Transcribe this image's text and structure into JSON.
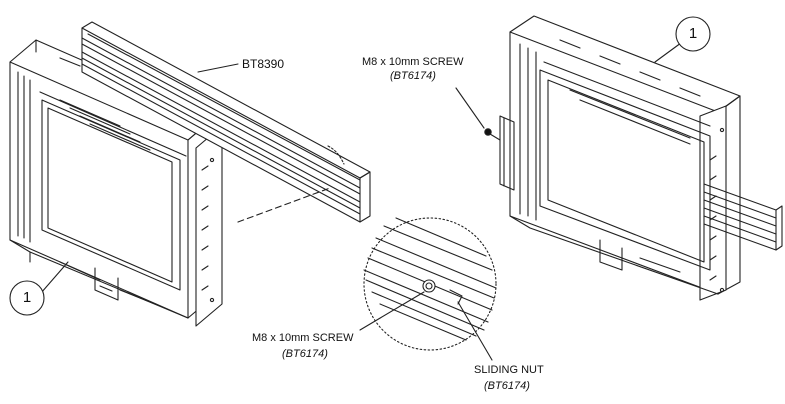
{
  "labels": {
    "rail_part": "BT8390",
    "screw_top": "M8 x 10mm SCREW",
    "screw_top_code": "(BT6174)",
    "screw_bottom": "M8 x 10mm SCREW",
    "screw_bottom_code": "(BT6174)",
    "nut": "SLIDING NUT",
    "nut_code": "(BT6174)",
    "callout_left": "1",
    "callout_right": "1"
  }
}
